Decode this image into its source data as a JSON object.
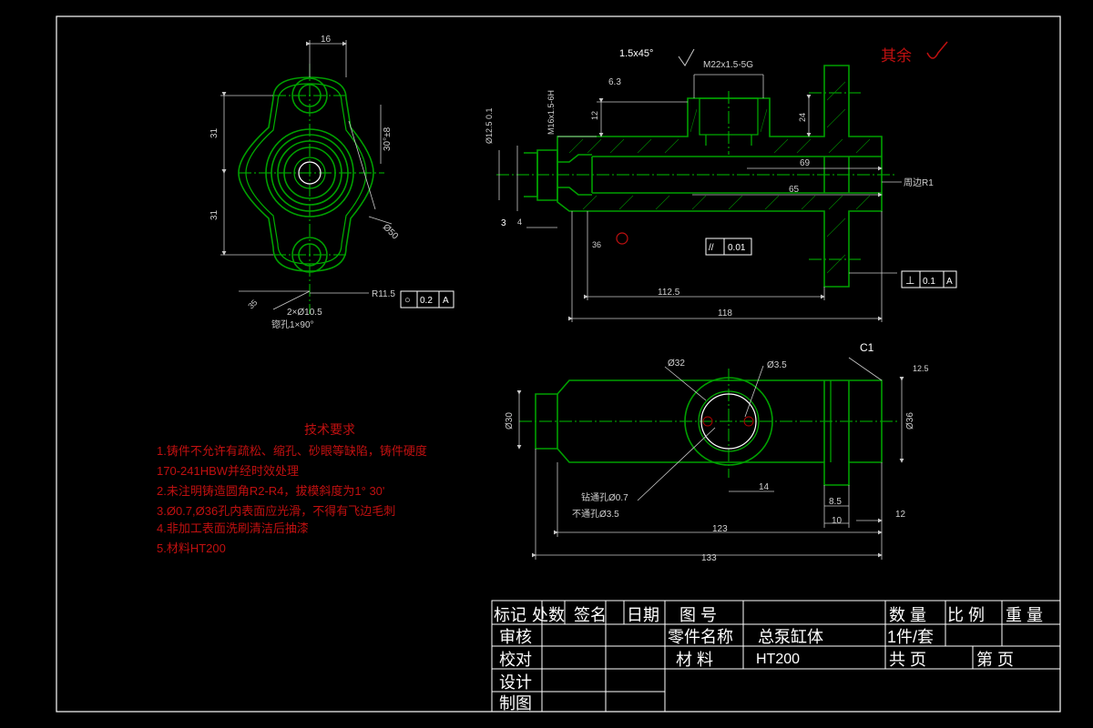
{
  "colors": {
    "background": "#000000",
    "outline": "#00a000",
    "centerline": "#00c000",
    "dimension": "#c8c8c8",
    "annotation": "#c01010",
    "text": "#ffffff"
  },
  "views": {
    "end_view": {
      "dims": {
        "top": "16",
        "left_upper": "31",
        "left_lower": "31",
        "right": "30°±8",
        "dia": "Ø50",
        "radius": "R11.5",
        "holes": "2×Ø10.5",
        "chamfer": "锪孔1×90°",
        "angle": "35"
      },
      "geo_tol": {
        "symbol": "○",
        "value": "0.2",
        "datum": "A"
      }
    },
    "section_view": {
      "chamfer": "1.5x45°",
      "thread_top": "M22x1.5-5G",
      "rough_top": "6.3",
      "thread_left": "M16x1.5-6H",
      "dia_left": "Ø12.5 0.1",
      "dims": {
        "d12": "12",
        "d24": "24",
        "d69": "69",
        "d65": "65",
        "d3": "3",
        "d4": "4",
        "d36": "36",
        "d112": "112.5",
        "d118": "118"
      },
      "note_r1": "周边R1",
      "parallel_tol": {
        "symbol": "//",
        "value": "0.01"
      },
      "perp_tol": {
        "symbol": "⊥",
        "value": "0.1",
        "datum": "A"
      },
      "surface_note": "其余"
    },
    "top_view": {
      "dims": {
        "d32": "Ø32",
        "d35": "Ø3.5",
        "d30": "Ø30",
        "d36": "Ø36",
        "d14": "14",
        "d8": "8.5",
        "d10": "10",
        "d12": "12",
        "d123": "123",
        "d133": "133"
      },
      "chamfer": "C1",
      "rough": "12.5",
      "note_hole1": "钻通孔Ø0.7",
      "note_hole2": "不通孔Ø3.5"
    }
  },
  "requirements": {
    "title": "技术要求",
    "items": [
      "1.铸件不允许有疏松、缩孔、砂眼等缺陷，铸件硬度",
      "170-241HBW并经时效处理",
      "2.未注明铸造圆角R2-R4，拔模斜度为1° 30'",
      "3.Ø0.7,Ø36孔内表面应光滑，不得有飞边毛刺",
      "4.非加工表面洗刷清洁后抽漆",
      "5.材料HT200"
    ]
  },
  "title_block": {
    "h_mark": "标记",
    "h_count": "处数",
    "h_sign": "签名",
    "h_date": "日期",
    "h_drawing_no": "图  号",
    "h_qty": "数  量",
    "h_scale": "比  例",
    "h_weight": "重  量",
    "l_review": "审核",
    "l_check": "校对",
    "l_design": "设计",
    "l_draw": "制图",
    "l_part_name": "零件名称",
    "part_name": "总泵缸体",
    "l_material": "材  料",
    "material": "HT200",
    "qty_value": "1件/套",
    "total_pages": "共    页",
    "page_no": "第    页"
  }
}
